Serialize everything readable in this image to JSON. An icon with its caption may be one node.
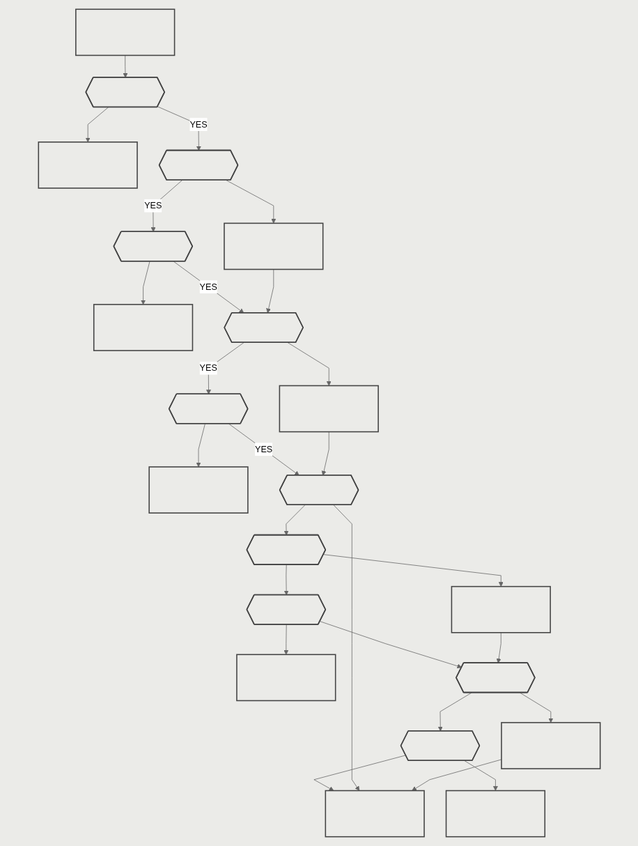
{
  "diagram": {
    "nodes": [
      {
        "text": [],
        "shape": "box"
      },
      {
        "text": [],
        "shape": "hexagon"
      },
      {
        "text": [],
        "shape": "box"
      },
      {
        "text": [],
        "shape": "hexagon"
      },
      {
        "text": [],
        "shape": "box"
      },
      {
        "text": [],
        "shape": "hexagon"
      },
      {
        "text": [],
        "shape": "box"
      },
      {
        "text": [],
        "shape": "hexagon"
      },
      {
        "text": [],
        "shape": "box"
      },
      {
        "text": [],
        "shape": "hexagon"
      },
      {
        "text": [],
        "shape": "box"
      },
      {
        "text": [],
        "shape": "hexagon"
      },
      {
        "text": [],
        "shape": "hexagon"
      },
      {
        "text": [],
        "shape": "box"
      },
      {
        "text": [],
        "shape": "hexagon"
      },
      {
        "text": [],
        "shape": "box"
      },
      {
        "text": [],
        "shape": "hexagon"
      },
      {
        "text": [],
        "shape": "box"
      },
      {
        "text": [],
        "shape": "hexagon"
      },
      {
        "text": [],
        "shape": "box"
      },
      {
        "text": [],
        "shape": "box"
      }
    ],
    "edges": [
      {
        "from": 0,
        "to": 1,
        "arrow": "to"
      },
      {
        "from": 1,
        "to": 3,
        "arrow": "to",
        "label": "YES"
      },
      {
        "from": 3,
        "to": 5,
        "arrow": "to",
        "label": "YES"
      },
      {
        "from": 5,
        "to": 7,
        "arrow": "to",
        "label": "YES"
      },
      {
        "from": 7,
        "to": 9,
        "arrow": "to",
        "label": "YES"
      },
      {
        "from": 9,
        "to": 11,
        "arrow": "to",
        "label": "YES"
      },
      {
        "from": 11,
        "to": 12,
        "arrow": "to"
      },
      {
        "from": 12,
        "to": 14,
        "arrow": "to"
      },
      {
        "from": 14,
        "to": 16,
        "arrow": "to"
      },
      {
        "from": 16,
        "to": 18,
        "arrow": "to"
      },
      {
        "from": 18,
        "to": 20,
        "arrow": "to"
      },
      {
        "from": 11,
        "to": 20,
        "arrow": "to"
      },
      {
        "from": 1,
        "to": 2,
        "arrow": "to"
      },
      {
        "from": 3,
        "to": 4,
        "arrow": "to"
      },
      {
        "from": 4,
        "to": 7,
        "arrow": "to"
      },
      {
        "from": 5,
        "to": 6,
        "arrow": "to"
      },
      {
        "from": 7,
        "to": 8,
        "arrow": "to"
      },
      {
        "from": 8,
        "to": 11,
        "arrow": "to"
      },
      {
        "from": 9,
        "to": 10,
        "arrow": "to"
      },
      {
        "from": 12,
        "to": 13,
        "arrow": "to"
      },
      {
        "from": 13,
        "to": 16,
        "arrow": "to"
      },
      {
        "from": 14,
        "to": 15,
        "arrow": "to"
      },
      {
        "from": 16,
        "to": 17,
        "arrow": "to"
      },
      {
        "from": 17,
        "to": 20,
        "arrow": "to"
      },
      {
        "from": 18,
        "to": 19,
        "arrow": "to"
      }
    ]
  }
}
